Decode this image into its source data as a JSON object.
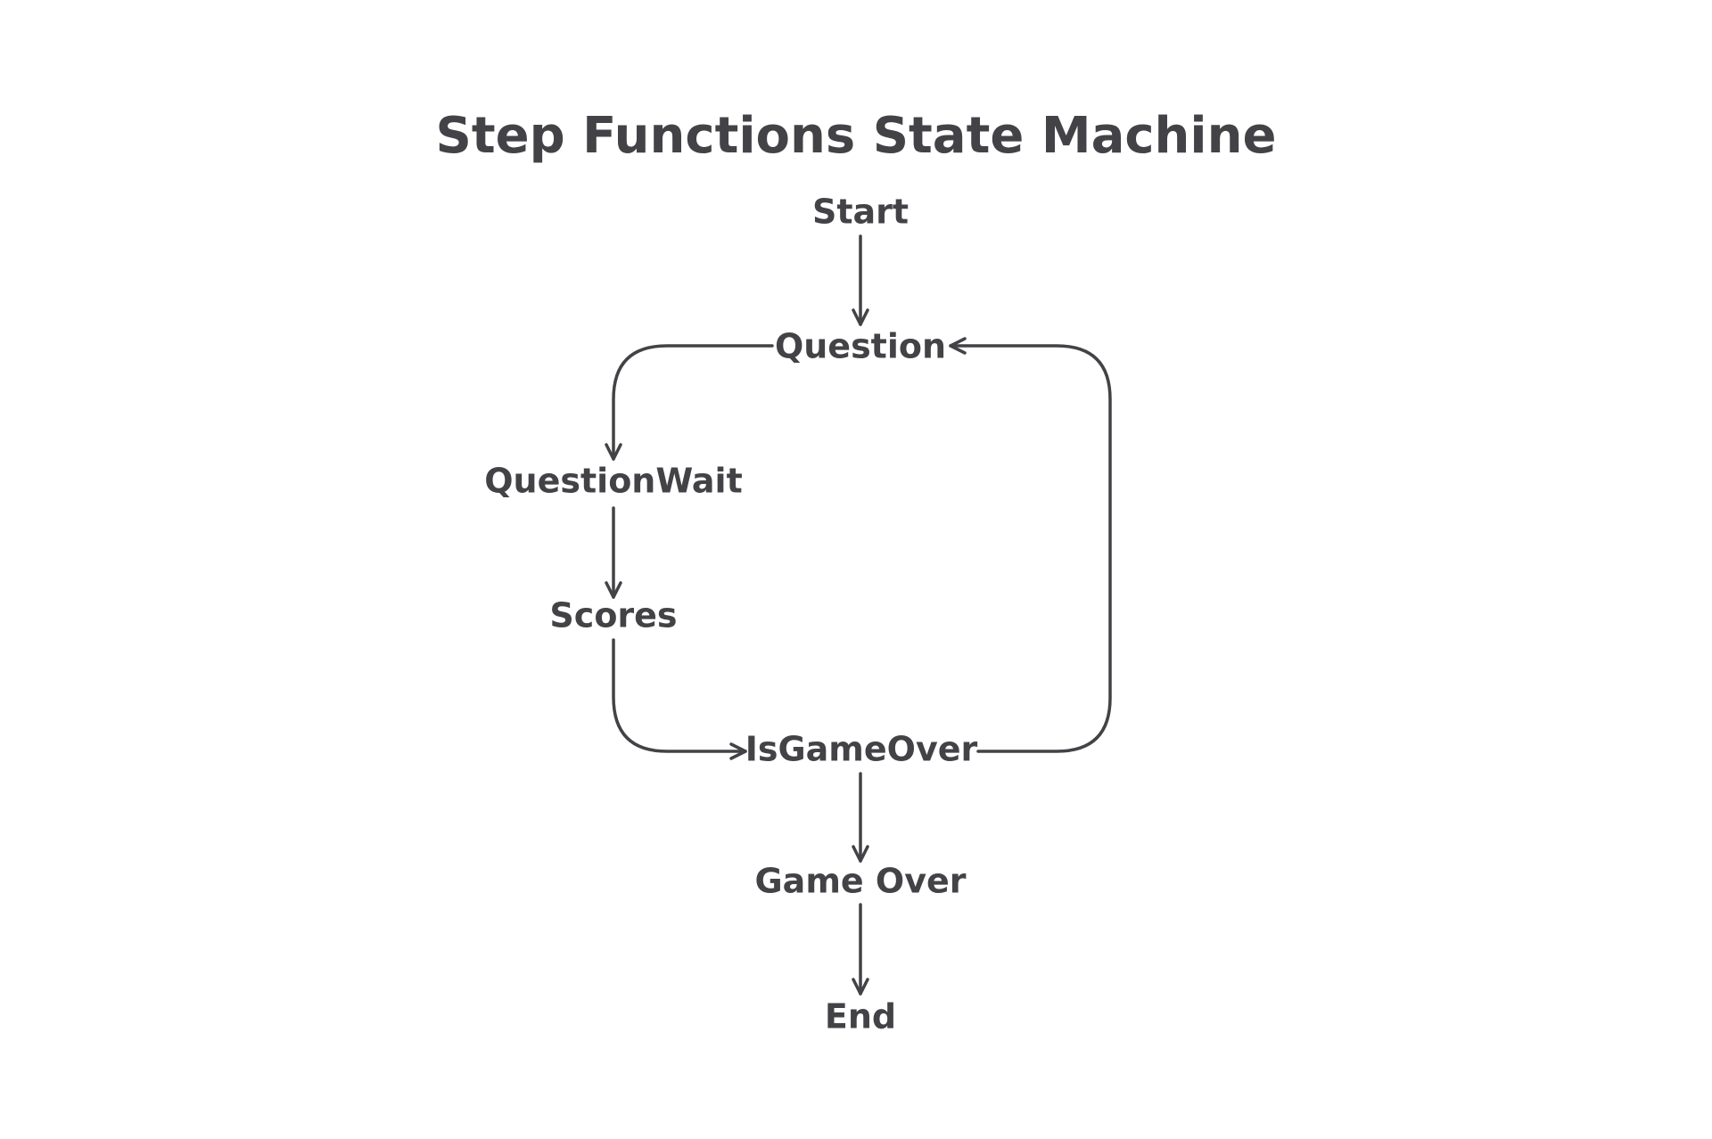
{
  "diagram": {
    "title": "Step Functions State Machine",
    "nodes": {
      "start": "Start",
      "question": "Question",
      "question_wait": "QuestionWait",
      "scores": "Scores",
      "is_game_over": "IsGameOver",
      "game_over": "Game Over",
      "end": "End"
    },
    "edges": [
      {
        "from": "Start",
        "to": "Question"
      },
      {
        "from": "Question",
        "to": "QuestionWait"
      },
      {
        "from": "QuestionWait",
        "to": "Scores"
      },
      {
        "from": "Scores",
        "to": "IsGameOver"
      },
      {
        "from": "IsGameOver",
        "to": "Question"
      },
      {
        "from": "IsGameOver",
        "to": "Game Over"
      },
      {
        "from": "Game Over",
        "to": "End"
      }
    ],
    "colors": {
      "ink": "#434347",
      "background": "#ffffff"
    }
  }
}
